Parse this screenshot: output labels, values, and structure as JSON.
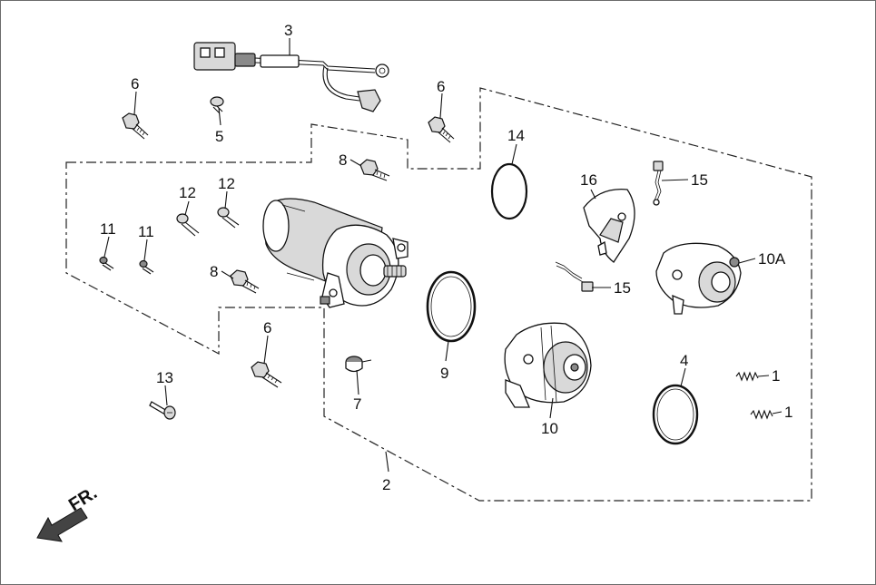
{
  "callouts": {
    "c1a": "1",
    "c1b": "1",
    "c2": "2",
    "c3": "3",
    "c4": "4",
    "c5": "5",
    "c6a": "6",
    "c6b": "6",
    "c6c": "6",
    "c7": "7",
    "c8a": "8",
    "c8b": "8",
    "c9": "9",
    "c10": "10",
    "c10a": "10A",
    "c11a": "11",
    "c11b": "11",
    "c12a": "12",
    "c12b": "12",
    "c13": "13",
    "c14": "14",
    "c15a": "15",
    "c15b": "15",
    "c16": "16"
  },
  "direction": {
    "label": "FR."
  },
  "colors": {
    "line": "#111111",
    "frame": "#6b6b6b",
    "fill_light": "#d9d9d9",
    "fill_dark": "#8a8a8a"
  }
}
